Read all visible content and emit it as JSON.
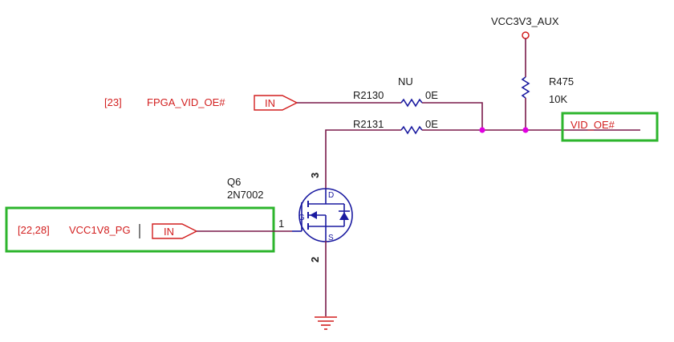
{
  "colors": {
    "wire": "#7a1a4a",
    "component": "#1a1aa0",
    "net_label": "#d21e1e",
    "highlight": "#2db52d",
    "junction": "#e000e0",
    "power": "#d21e1e"
  },
  "power": {
    "name": "VCC3V3_AUX"
  },
  "resistor_pullup": {
    "ref": "R475",
    "value": "10K"
  },
  "resistor_top": {
    "ref": "R2130",
    "value": "0E",
    "note": "NU"
  },
  "resistor_bottom": {
    "ref": "R2131",
    "value": "0E"
  },
  "net_in_top": {
    "sheet_ref": "[23]",
    "name": "FPGA_VID_OE#",
    "port": "IN"
  },
  "net_in_bottom": {
    "sheet_ref": "[22,28]",
    "name": "VCC1V8_PG",
    "port": "IN"
  },
  "net_out": {
    "name": "VID_OE#"
  },
  "mosfet": {
    "ref": "Q6",
    "part": "2N7002",
    "pin_gate": "1",
    "pin_source": "2",
    "pin_drain": "3",
    "label_g": "G",
    "label_d": "D",
    "label_s": "S"
  }
}
